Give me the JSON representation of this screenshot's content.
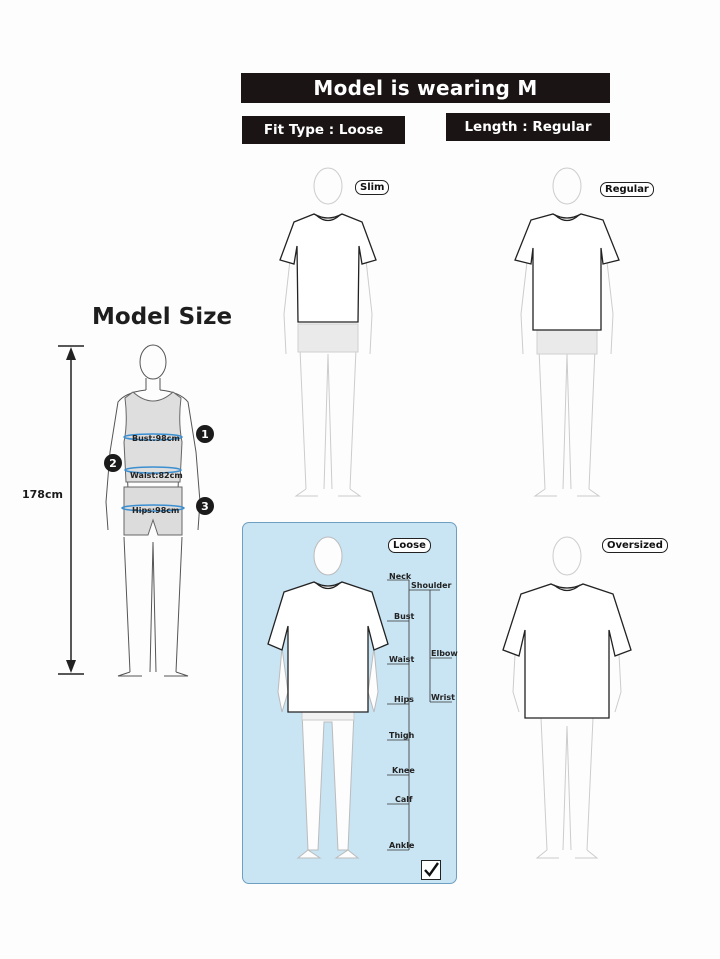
{
  "header": {
    "title": "Model is wearing M",
    "fit_type": "Fit Type : Loose",
    "length": "Length : Regular"
  },
  "model_size": {
    "title": "Model Size",
    "height": "178cm",
    "measurements": [
      {
        "num": "1",
        "label": "Bust:98cm"
      },
      {
        "num": "2",
        "label": "Waist:82cm"
      },
      {
        "num": "3",
        "label": "Hips:98cm"
      }
    ]
  },
  "fits": {
    "slim": "Slim",
    "regular": "Regular",
    "loose": "Loose",
    "oversized": "Oversized",
    "selected": "Loose"
  },
  "body_points": {
    "left": [
      "Neck",
      "Bust",
      "Waist",
      "Hips",
      "Thigh",
      "Knee",
      "Calf",
      "Ankle"
    ],
    "right": [
      "Shoulder",
      "Elbow",
      "Wrist"
    ]
  },
  "colors": {
    "banner": "#1b1414",
    "selected_panel": "#c9e4f3",
    "measure_line": "#3b8fd1"
  },
  "icons": {
    "selected": "checkmark-icon"
  }
}
